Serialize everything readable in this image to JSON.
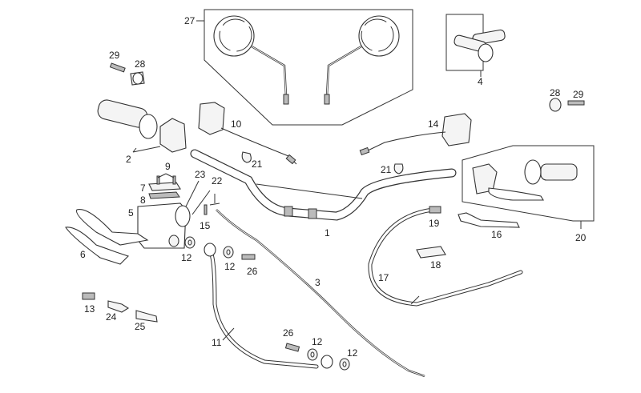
{
  "diagram": {
    "title": "Handlebar and controls exploded parts diagram",
    "background": "#ffffff",
    "line_color": "#333333",
    "callouts": [
      {
        "id": "c1",
        "label": "1",
        "part": "handlebar"
      },
      {
        "id": "c2",
        "label": "2",
        "part": "throttle grip and housing"
      },
      {
        "id": "c3",
        "label": "3",
        "part": "throttle cable"
      },
      {
        "id": "c4",
        "label": "4",
        "part": "grip pair"
      },
      {
        "id": "c5",
        "label": "5",
        "part": "front brake master cylinder"
      },
      {
        "id": "c6",
        "label": "6",
        "part": "front brake lever"
      },
      {
        "id": "c7",
        "label": "7",
        "part": "reservoir cover"
      },
      {
        "id": "c8",
        "label": "8",
        "part": "gasket"
      },
      {
        "id": "c9",
        "label": "9",
        "part": "screws"
      },
      {
        "id": "c10",
        "label": "10",
        "part": "left switch"
      },
      {
        "id": "c11",
        "label": "11",
        "part": "brake hose"
      },
      {
        "id": "c12a",
        "label": "12",
        "part": "washer"
      },
      {
        "id": "c12b",
        "label": "12",
        "part": "washer"
      },
      {
        "id": "c12c",
        "label": "12",
        "part": "washer"
      },
      {
        "id": "c12d",
        "label": "12",
        "part": "washer"
      },
      {
        "id": "c13",
        "label": "13",
        "part": "screw"
      },
      {
        "id": "c14",
        "label": "14",
        "part": "right switch"
      },
      {
        "id": "c15",
        "label": "15",
        "part": "screw"
      },
      {
        "id": "c16",
        "label": "16",
        "part": "clutch lever"
      },
      {
        "id": "c17",
        "label": "17",
        "part": "clutch cable"
      },
      {
        "id": "c18",
        "label": "18",
        "part": "adjuster"
      },
      {
        "id": "c19",
        "label": "19",
        "part": "cable adjuster"
      },
      {
        "id": "c20",
        "label": "20",
        "part": "clutch lever assembly kit"
      },
      {
        "id": "c21a",
        "label": "21",
        "part": "cable tie"
      },
      {
        "id": "c21b",
        "label": "21",
        "part": "cable tie"
      },
      {
        "id": "c22",
        "label": "22",
        "part": "brake light switch"
      },
      {
        "id": "c23",
        "label": "23",
        "part": "clamp"
      },
      {
        "id": "c24",
        "label": "24",
        "part": "adjuster"
      },
      {
        "id": "c25",
        "label": "25",
        "part": "boot"
      },
      {
        "id": "c26a",
        "label": "26",
        "part": "banjo bolt"
      },
      {
        "id": "c26b",
        "label": "26",
        "part": "banjo bolt"
      },
      {
        "id": "c27",
        "label": "27",
        "part": "mirror pair"
      },
      {
        "id": "c28a",
        "label": "28",
        "part": "bar end weight"
      },
      {
        "id": "c28b",
        "label": "28",
        "part": "bar end weight"
      },
      {
        "id": "c29a",
        "label": "29",
        "part": "bar end screw"
      },
      {
        "id": "c29b",
        "label": "29",
        "part": "bar end screw"
      }
    ]
  }
}
